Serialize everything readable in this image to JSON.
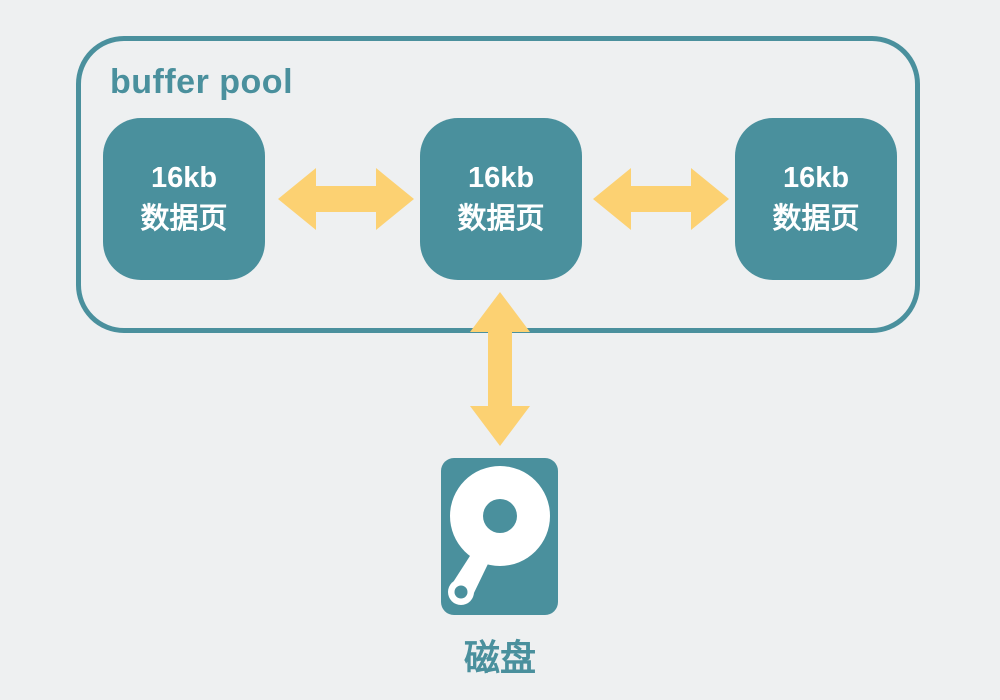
{
  "colors": {
    "background": "#eef0f1",
    "teal": "#4a909d",
    "yellow": "#fcd172",
    "box_text": "#ffffff"
  },
  "buffer_pool": {
    "title": "buffer pool",
    "pages": [
      {
        "line1": "16kb",
        "line2": "数据页"
      },
      {
        "line1": "16kb",
        "line2": "数据页"
      },
      {
        "line1": "16kb",
        "line2": "数据页"
      }
    ]
  },
  "arrows": {
    "page1_page2": "double-headed-horizontal-arrow",
    "page2_page3": "double-headed-horizontal-arrow",
    "pool_disk": "double-headed-vertical-arrow"
  },
  "disk": {
    "label": "磁盘",
    "icon": "hard-disk-icon"
  }
}
